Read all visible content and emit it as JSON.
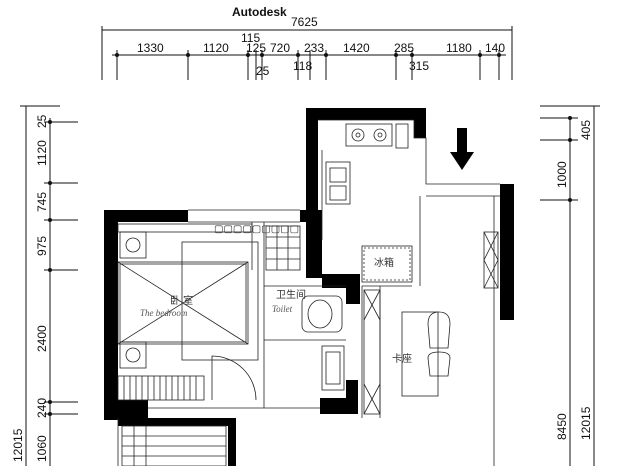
{
  "title": "Autodesk",
  "top_dims": {
    "total": "7625",
    "row1": [
      "1330",
      "1120",
      "125",
      "720",
      "233",
      "1420",
      "285",
      "1180",
      "140"
    ],
    "extra_115": "115",
    "extra_25": "25",
    "extra_118": "118",
    "extra_315": "315"
  },
  "left_dims": [
    "25",
    "1120",
    "745",
    "975",
    "2400",
    "240",
    "1060"
  ],
  "left_total": "12015",
  "right_dims": [
    "405",
    "1000",
    "8450"
  ],
  "right_total": "12015",
  "rooms": {
    "bedroom_cn": "卧 室",
    "bedroom_en": "The bedroom",
    "bathroom_cn": "卫生间",
    "bathroom_en": "Toilet",
    "fridge": "冰箱",
    "seat": "卡座"
  },
  "colors": {
    "wall": "#000000",
    "line": "#111111"
  }
}
